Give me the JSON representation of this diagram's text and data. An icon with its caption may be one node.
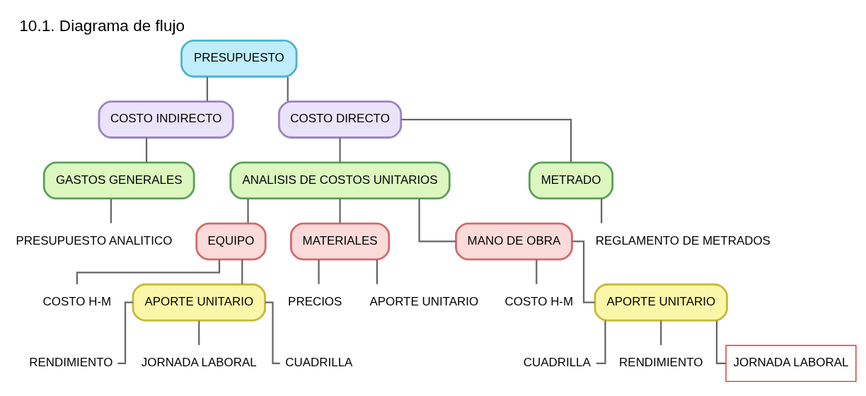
{
  "diagram": {
    "title": "10.1. Diagrama de flujo",
    "nodes": [
      {
        "text": [
          "PRESUPUESTO"
        ]
      },
      {
        "text": [
          "COSTO INDIRECTO"
        ]
      },
      {
        "text": [
          "COSTO DIRECTO"
        ]
      },
      {
        "text": [
          "GASTOS GENERALES"
        ]
      },
      {
        "text": [
          "PRESUPUESTO ANALITICO"
        ]
      },
      {
        "text": [
          "ANALISIS DE COSTOS UNITARIOS"
        ]
      },
      {
        "text": [
          "METRADO"
        ]
      },
      {
        "text": [
          "REGLAMENTO DE METRADOS"
        ]
      },
      {
        "text": [
          "EQUIPO"
        ]
      },
      {
        "text": [
          "MATERIALES"
        ]
      },
      {
        "text": [
          "MANO DE OBRA"
        ]
      },
      {
        "text": [
          "COSTO H-M"
        ]
      },
      {
        "text": [
          "APORTE UNITARIO"
        ]
      },
      {
        "text": [
          "PRECIOS"
        ]
      },
      {
        "text": [
          "APORTE UNITARIO"
        ]
      },
      {
        "text": [
          "COSTO H-M"
        ]
      },
      {
        "text": [
          "APORTE UNITARIO"
        ]
      },
      {
        "text": [
          "RENDIMIENTO"
        ]
      },
      {
        "text": [
          "JORNADA LABORAL"
        ]
      },
      {
        "text": [
          "CUADRILLA"
        ]
      },
      {
        "text": [
          "CUADRILLA"
        ]
      },
      {
        "text": [
          "RENDIMIENTO"
        ]
      },
      {
        "text": [
          "JORNADA LABORAL"
        ]
      }
    ],
    "edges": [
      {
        "from": 0,
        "to": 1,
        "arrow": "none"
      },
      {
        "from": 0,
        "to": 2,
        "arrow": "none"
      },
      {
        "from": 1,
        "to": 3,
        "arrow": "none"
      },
      {
        "from": 3,
        "to": 4,
        "arrow": "none"
      },
      {
        "from": 2,
        "to": 5,
        "arrow": "none"
      },
      {
        "from": 2,
        "to": 6,
        "arrow": "none"
      },
      {
        "from": 6,
        "to": 7,
        "arrow": "none"
      },
      {
        "from": 5,
        "to": 8,
        "arrow": "none"
      },
      {
        "from": 5,
        "to": 9,
        "arrow": "none"
      },
      {
        "from": 5,
        "to": 10,
        "arrow": "none"
      },
      {
        "from": 8,
        "to": 11,
        "arrow": "none"
      },
      {
        "from": 8,
        "to": 12,
        "arrow": "none"
      },
      {
        "from": 9,
        "to": 13,
        "arrow": "none"
      },
      {
        "from": 9,
        "to": 14,
        "arrow": "none"
      },
      {
        "from": 10,
        "to": 15,
        "arrow": "none"
      },
      {
        "from": 10,
        "to": 16,
        "arrow": "none"
      },
      {
        "from": 12,
        "to": 17,
        "arrow": "none"
      },
      {
        "from": 12,
        "to": 18,
        "arrow": "none"
      },
      {
        "from": 12,
        "to": 19,
        "arrow": "none"
      },
      {
        "from": 16,
        "to": 20,
        "arrow": "none"
      },
      {
        "from": 16,
        "to": 21,
        "arrow": "none"
      },
      {
        "from": 16,
        "to": 22,
        "arrow": "none"
      }
    ]
  }
}
